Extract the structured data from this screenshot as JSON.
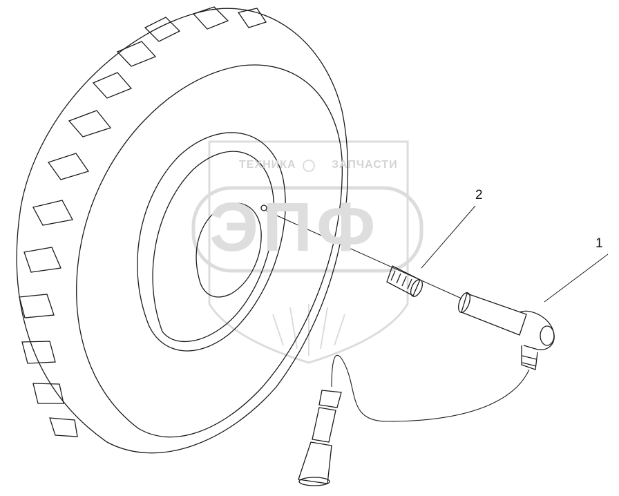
{
  "watermark": {
    "text_left": "ТЕХНИКА",
    "text_right": "ЗАПЧАСТИ",
    "big_text": "ЭПФ",
    "color": "#d6d6d6"
  },
  "callouts": [
    {
      "id": "1",
      "label": "1"
    },
    {
      "id": "2",
      "label": "2"
    }
  ],
  "colors": {
    "line": "#1a1a1a",
    "background": "#ffffff"
  }
}
